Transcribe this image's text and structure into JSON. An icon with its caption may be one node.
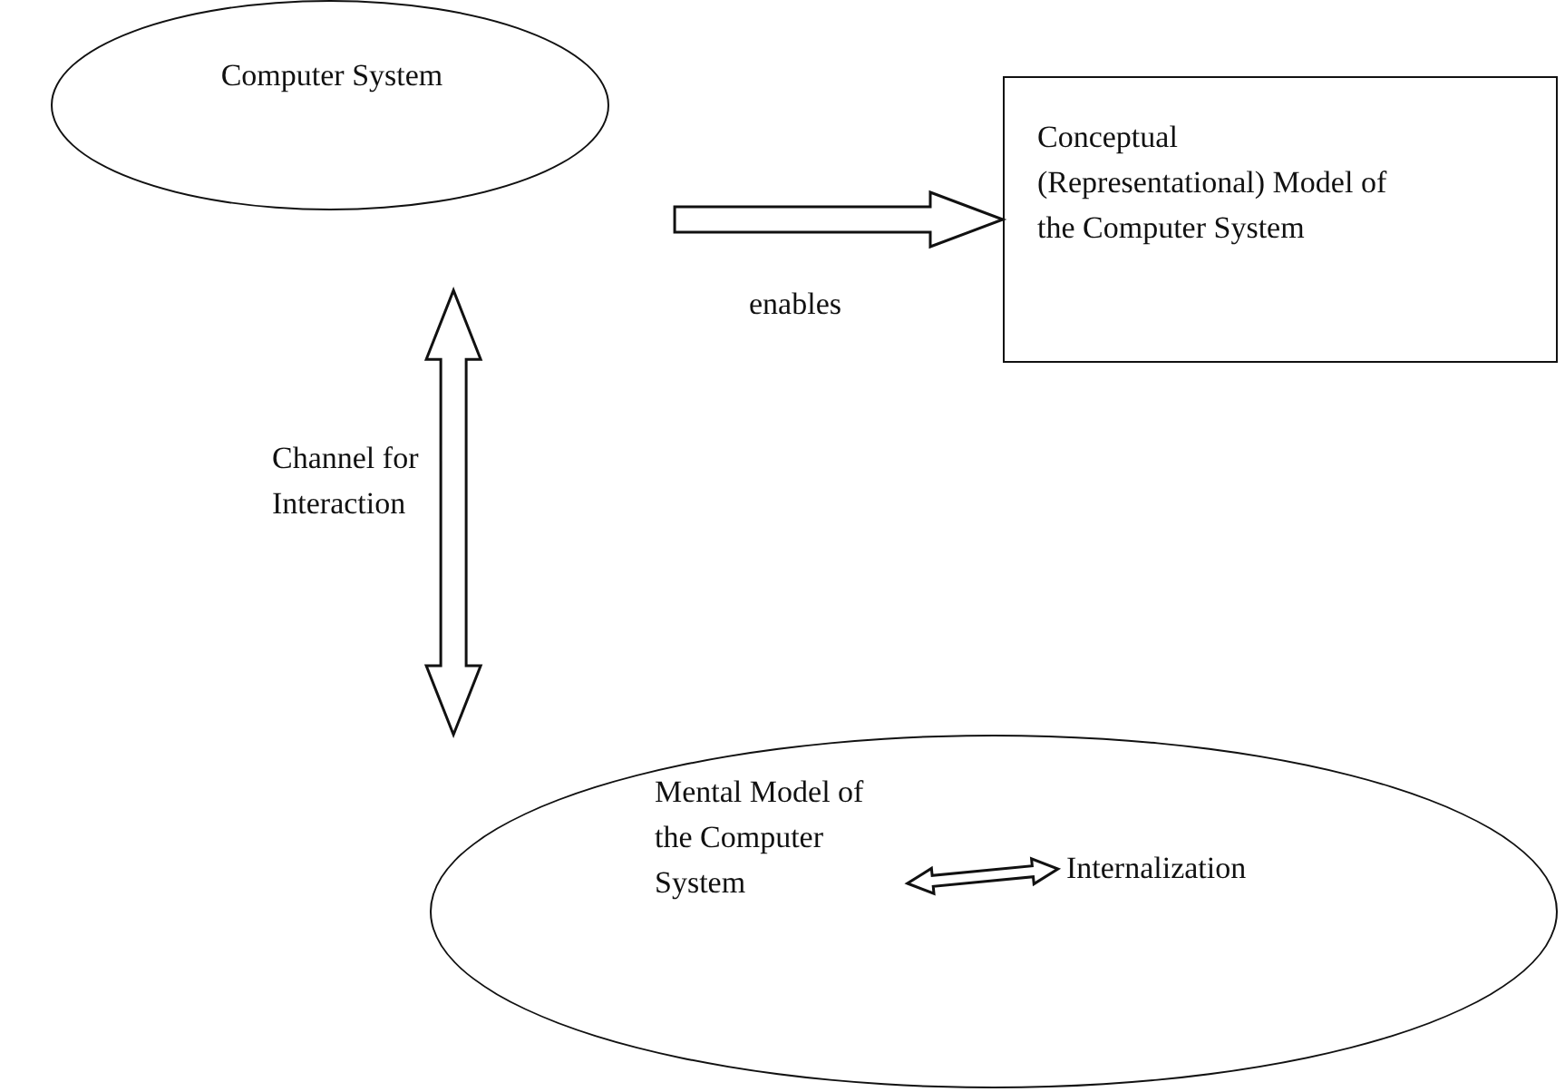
{
  "diagram": {
    "nodes": [
      {
        "text": [
          "Computer System"
        ]
      },
      {
        "text": [
          "Conceptual (Representational) Model of the Computer System"
        ]
      },
      {
        "text": [],
        "shape": "ellipse"
      },
      {
        "text": [
          "Mental Model of the Computer System"
        ],
        "in": 2
      },
      {
        "text": [
          "Internalization"
        ],
        "in": 2
      }
    ],
    "edges": [
      {
        "from": 0,
        "to": 1,
        "arrow": "to",
        "label": "enables"
      },
      {
        "from": 0,
        "to": 2,
        "arrow": "both",
        "label": "Channel for Interaction"
      },
      {
        "from": 3,
        "to": 4,
        "arrow": "both"
      }
    ]
  }
}
